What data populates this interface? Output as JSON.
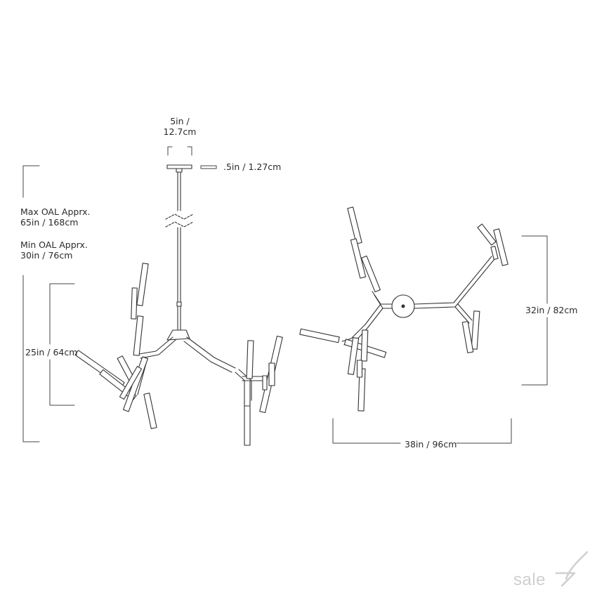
{
  "dimensions": {
    "canopy_width": {
      "value": "5in /",
      "metric": "12.7cm"
    },
    "canopy_height": ".5in / 1.27cm",
    "max_oal": {
      "label": "Max OAL Apprx.",
      "value": "65in / 168cm"
    },
    "min_oal": {
      "label": "Min OAL Apprx.",
      "value": "30in / 76cm"
    },
    "fixture_height": "25in / 64cm",
    "top_view_depth": "32in / 82cm",
    "top_view_width": "38in / 96cm"
  },
  "watermark": {
    "text": "sale",
    "icon": "leaf-7-logo-icon"
  },
  "colors": {
    "stroke": "#333333",
    "dimension_line": "#444444",
    "watermark": "#cfcfcf"
  }
}
